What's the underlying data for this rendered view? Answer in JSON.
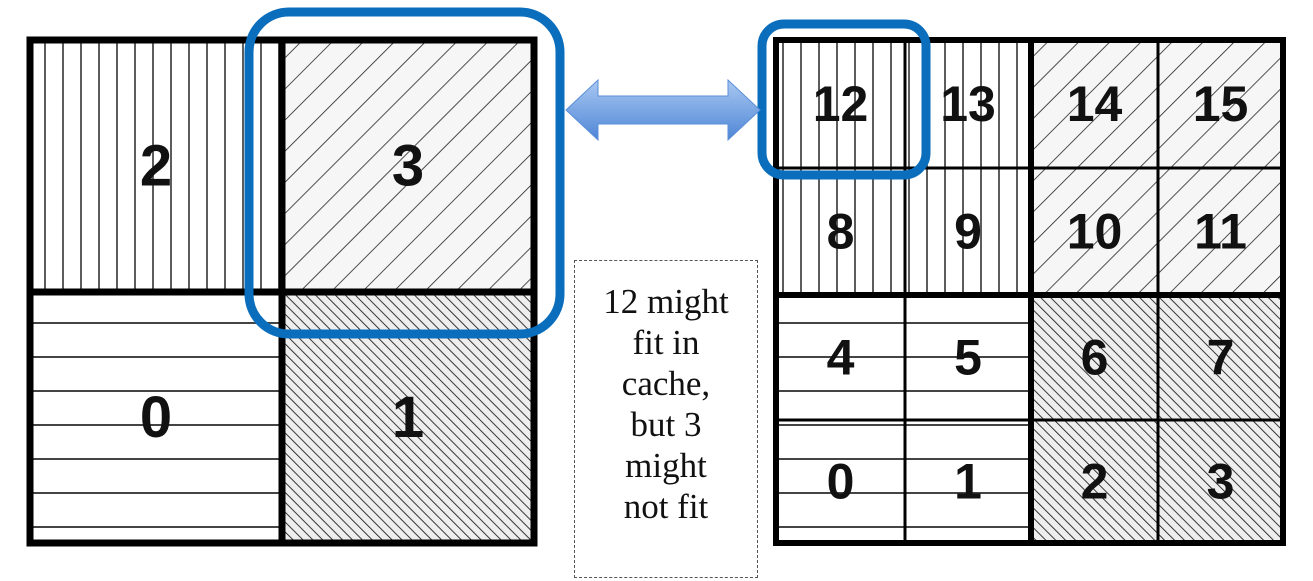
{
  "left_grid": {
    "cells": [
      {
        "label": "2",
        "pattern": "vertical"
      },
      {
        "label": "3",
        "pattern": "diag-light"
      },
      {
        "label": "0",
        "pattern": "horizontal"
      },
      {
        "label": "1",
        "pattern": "diag-dense"
      }
    ]
  },
  "right_grid": {
    "cells": [
      {
        "label": "12",
        "pattern": "vertical"
      },
      {
        "label": "13",
        "pattern": "vertical"
      },
      {
        "label": "14",
        "pattern": "diag-light"
      },
      {
        "label": "15",
        "pattern": "diag-light"
      },
      {
        "label": "8",
        "pattern": "vertical"
      },
      {
        "label": "9",
        "pattern": "vertical"
      },
      {
        "label": "10",
        "pattern": "diag-light"
      },
      {
        "label": "11",
        "pattern": "diag-light"
      },
      {
        "label": "4",
        "pattern": "horizontal"
      },
      {
        "label": "5",
        "pattern": "horizontal"
      },
      {
        "label": "6",
        "pattern": "diag-dense"
      },
      {
        "label": "7",
        "pattern": "diag-dense"
      },
      {
        "label": "0",
        "pattern": "horizontal"
      },
      {
        "label": "1",
        "pattern": "horizontal"
      },
      {
        "label": "2",
        "pattern": "diag-dense"
      },
      {
        "label": "3",
        "pattern": "diag-dense"
      }
    ]
  },
  "note": {
    "lines": [
      "12 might",
      "fit in",
      "cache,",
      "but 3",
      "might",
      "not fit"
    ]
  },
  "colors": {
    "highlight": "#0a6ebd",
    "arrow": "#6a9fe0"
  }
}
